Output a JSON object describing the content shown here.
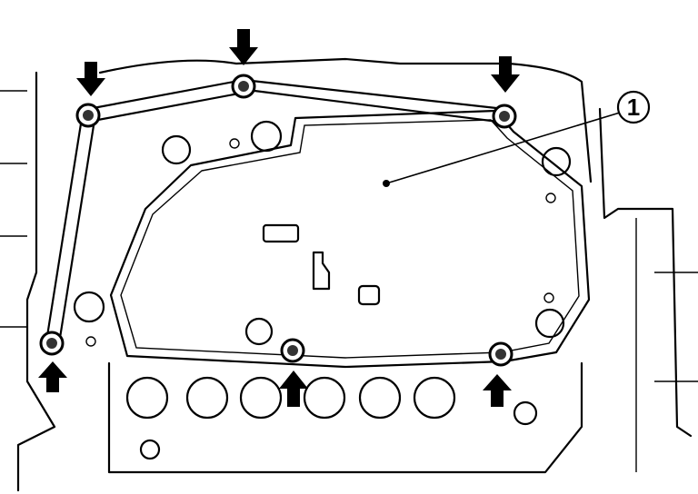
{
  "figure": {
    "callouts": [
      {
        "label": "1",
        "target": "control-valve-cover"
      }
    ],
    "bolt_arrows": [
      {
        "direction": "down"
      },
      {
        "direction": "down"
      },
      {
        "direction": "down"
      },
      {
        "direction": "up"
      },
      {
        "direction": "up"
      },
      {
        "direction": "up"
      }
    ],
    "colors": {
      "line": "#000000",
      "background": "#ffffff"
    }
  }
}
